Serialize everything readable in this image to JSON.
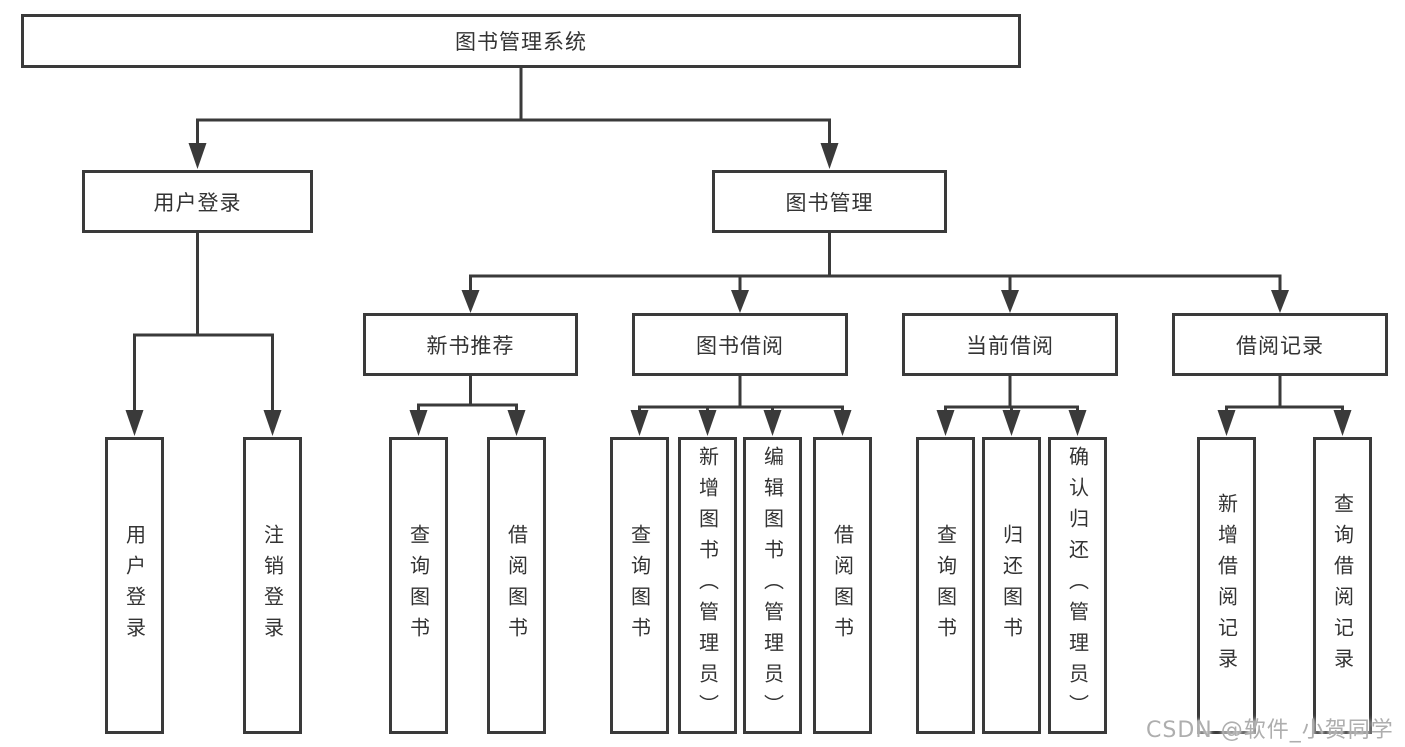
{
  "diagram": {
    "type": "hierarchy-tree",
    "title": "图书管理系统"
  },
  "colors": {
    "background": "#ffffff",
    "line": "#3a3a3a",
    "box_border": "#3a3a3a",
    "text": "#333333",
    "watermark": "#aeaeae"
  },
  "watermark": "CSDN @软件_小贺同学",
  "tree": {
    "root": {
      "label": "图书管理系统",
      "children": [
        {
          "label": "用户登录",
          "children": [
            {
              "label": "用户登录"
            },
            {
              "label": "注销登录"
            }
          ]
        },
        {
          "label": "图书管理",
          "children": [
            {
              "label": "新书推荐",
              "children": [
                {
                  "label": "查询图书"
                },
                {
                  "label": "借阅图书"
                }
              ]
            },
            {
              "label": "图书借阅",
              "children": [
                {
                  "label": "查询图书"
                },
                {
                  "label": "新增图书（管理员）"
                },
                {
                  "label": "编辑图书（管理员）"
                },
                {
                  "label": "借阅图书"
                }
              ]
            },
            {
              "label": "当前借阅",
              "children": [
                {
                  "label": "查询图书"
                },
                {
                  "label": "归还图书"
                },
                {
                  "label": "确认归还（管理员）"
                }
              ]
            },
            {
              "label": "借阅记录",
              "children": [
                {
                  "label": "新增借阅记录"
                },
                {
                  "label": "查询借阅记录"
                }
              ]
            }
          ]
        }
      ]
    }
  }
}
